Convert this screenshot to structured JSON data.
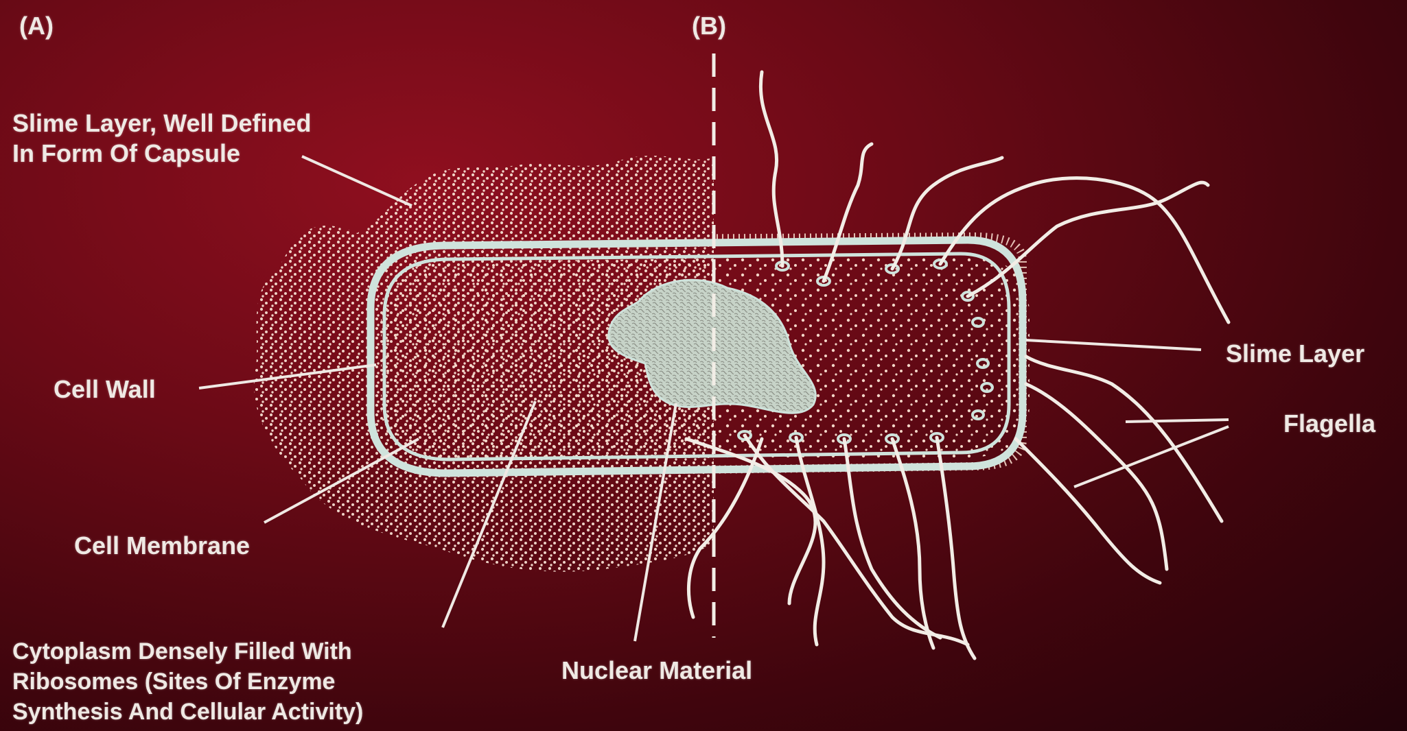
{
  "panels": {
    "a_label": "(A)",
    "b_label": "(B)"
  },
  "labels": {
    "slime_capsule_line1": "Slime Layer, Well Defined",
    "slime_capsule_line2": "In Form Of Capsule",
    "cell_wall": "Cell Wall",
    "cell_membrane": "Cell Membrane",
    "cytoplasm_line1": "Cytoplasm Densely Filled With",
    "cytoplasm_line2": "Ribosomes (Sites Of Enzyme",
    "cytoplasm_line3": "Synthesis And Cellular Activity)",
    "nuclear_material": "Nuclear Material",
    "slime_layer": "Slime Layer",
    "flagella": "Flagella"
  },
  "colors": {
    "background": "#6b0a16",
    "outline": "#cfe3dc",
    "dots": "#f3d6c8",
    "leader": "#efe9e4"
  }
}
